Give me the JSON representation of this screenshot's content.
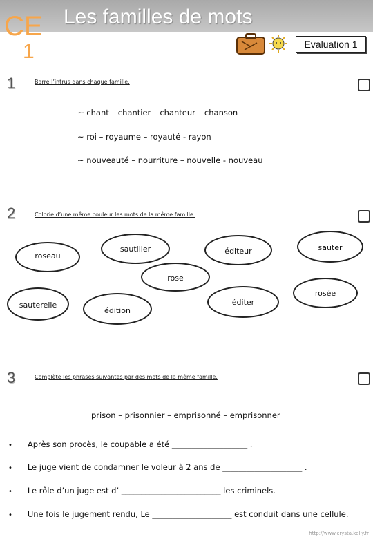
{
  "header": {
    "title": "Les familles de mots",
    "logo_letters": "CE",
    "logo_number": "1",
    "badge": "Evaluation 1"
  },
  "section1": {
    "number": "1",
    "instruction": "Barre l’intrus dans chaque famille.",
    "lines": [
      "~ chant – chantier – chanteur – chanson",
      "~ roi – royaume – royauté - rayon",
      "~ nouveauté – nourriture – nouvelle - nouveau"
    ]
  },
  "section2": {
    "number": "2",
    "instruction": "Colorie d’une même couleur les mots de la même famille.",
    "words": [
      "roseau",
      "sautiller",
      "éditeur",
      "sauter",
      "rose",
      "sauterelle",
      "édition",
      "éditer",
      "rosée"
    ]
  },
  "section3": {
    "number": "3",
    "instruction": "Complète les phrases suivantes par des mots de la même famille.",
    "family": "prison – prisonnier – emprisonné – emprisonner",
    "sentences": [
      {
        "before": "Après son procès, le coupable a été",
        "blank": "___________________",
        "after": "."
      },
      {
        "before": "Le juge vient de condamner le voleur à 2 ans de",
        "blank": "____________________",
        "after": "."
      },
      {
        "before": "Le rôle d’un juge est d’",
        "blank": "_________________________",
        "after": "les criminels."
      },
      {
        "before": "Une fois le jugement rendu, Le",
        "blank": "____________________",
        "after": "est conduit dans une cellule."
      }
    ]
  },
  "footer": "http://www.crysta.kelly.fr",
  "colors": {
    "logo": "#f7a64b",
    "header_band": "#b5b5b5"
  }
}
